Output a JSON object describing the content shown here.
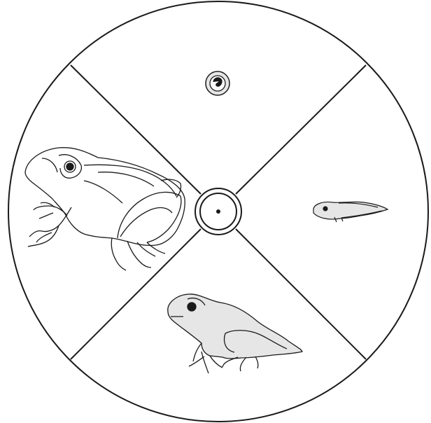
{
  "diagram": {
    "type": "life-cycle-wheel",
    "stages": [
      {
        "name": "egg-stage",
        "icon": "egg-icon"
      },
      {
        "name": "tadpole-stage",
        "icon": "tadpole-icon"
      },
      {
        "name": "froglet-stage",
        "icon": "froglet-icon"
      },
      {
        "name": "adult-frog-stage",
        "icon": "adult-frog-icon"
      }
    ],
    "colors": {
      "stroke": "#1a1a1a",
      "fill_light": "#e6e6e6",
      "fill_white": "#ffffff"
    }
  }
}
